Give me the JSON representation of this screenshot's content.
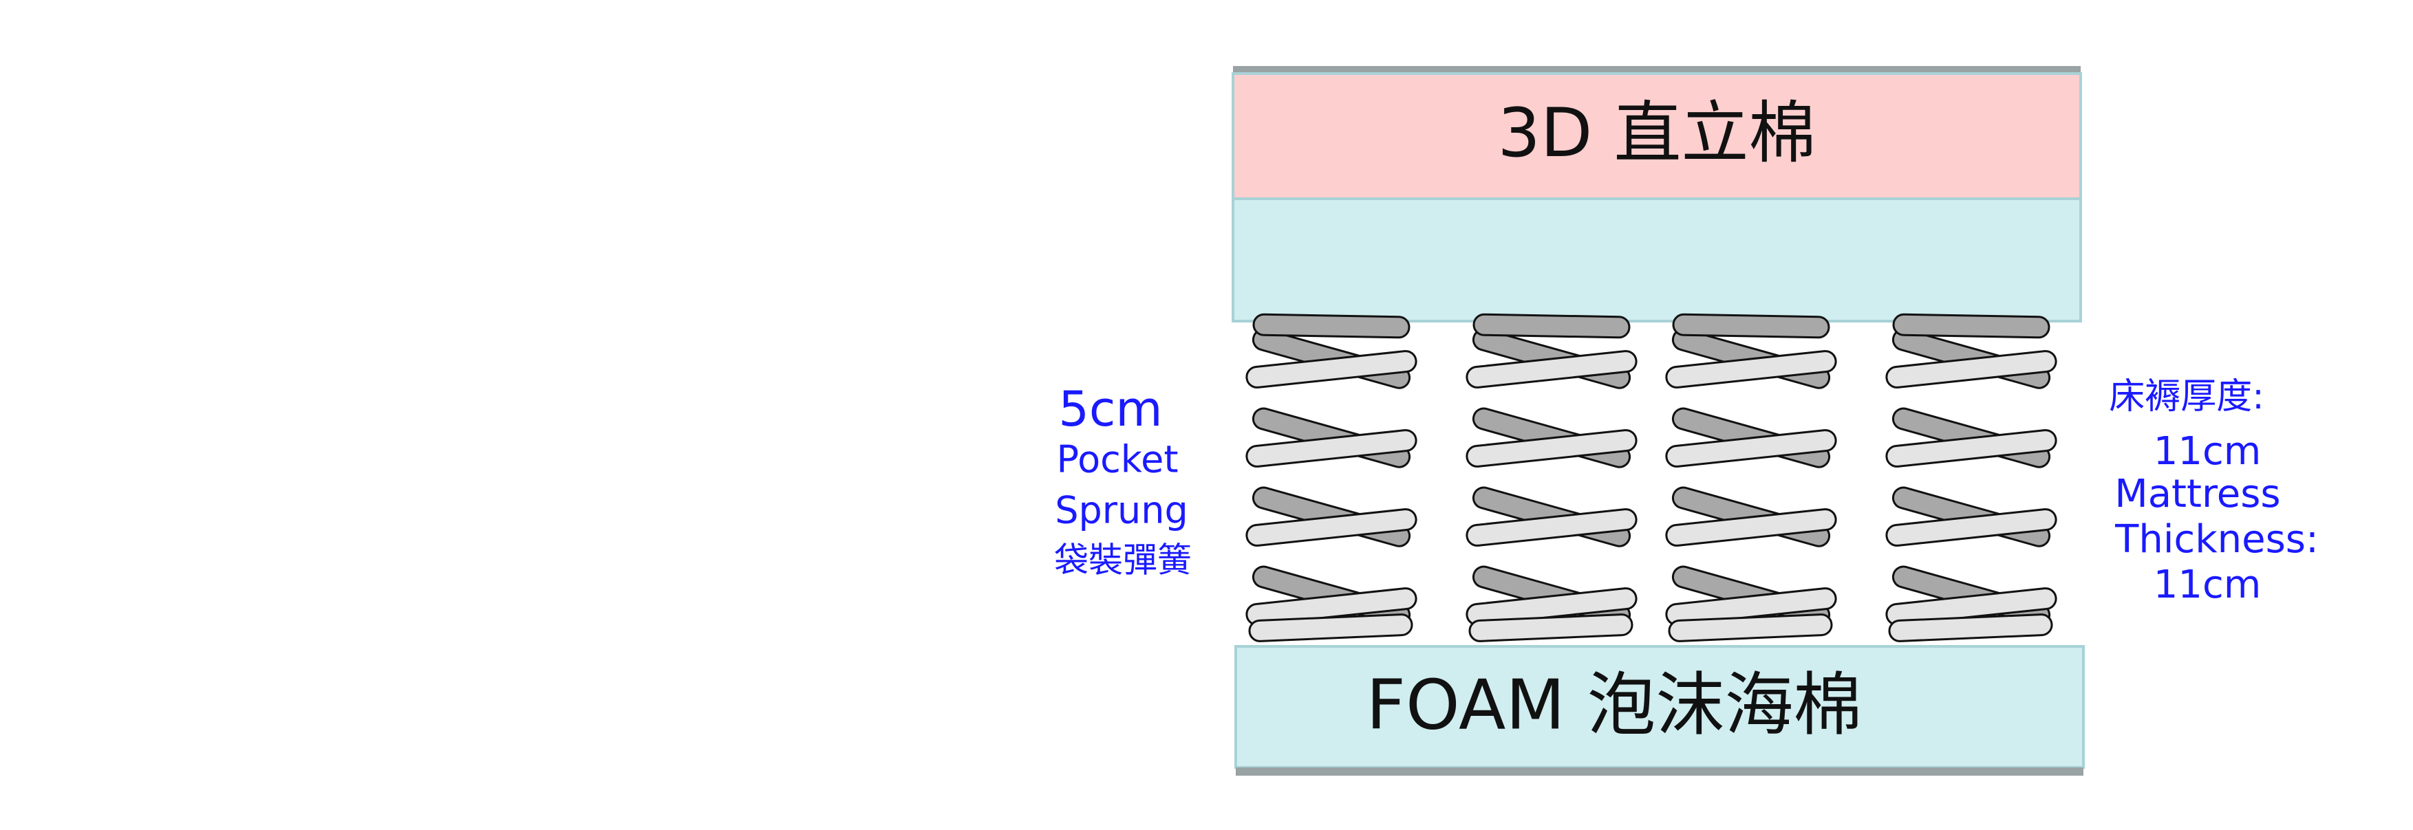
{
  "layers": {
    "top_label": "3D 直立棉",
    "bottom_label": "FOAM 泡沫海棉"
  },
  "spring_info": {
    "thickness": "5cm",
    "line1": "Pocket",
    "line2": "Sprung",
    "line3": "袋裝彈簧"
  },
  "mattress_info": {
    "line1": "床褥厚度:",
    "line2": "11cm",
    "line3": "Mattress",
    "line4": "Thickness:",
    "line5": "11cm"
  },
  "colors": {
    "top_layer": "#fdcfcf",
    "second_layer": "#d0edf0",
    "foam_layer": "#d0edf0",
    "layer_border": "#a8d2d6",
    "edge_strip": "#9aa3a3",
    "coil_front": "#e4e4e4",
    "coil_back": "#a8a8a8",
    "label_blue": "#1a1aff",
    "label_black": "#111111"
  }
}
